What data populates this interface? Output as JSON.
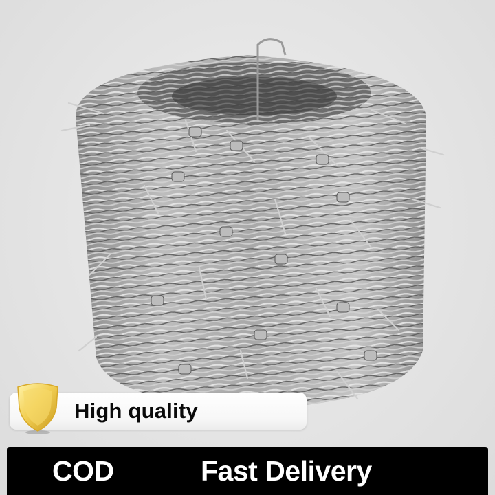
{
  "product_image": {
    "subject": "galvanized barbed wire coil",
    "background_color": "#e6e6e6"
  },
  "badges": {
    "quality": {
      "icon": "gold-shield-icon",
      "label": "High quality",
      "icon_color": "#f2c94c"
    },
    "bottom_bar": {
      "background": "#000000",
      "items": [
        {
          "label": "COD"
        },
        {
          "label": "Fast Delivery"
        }
      ]
    }
  }
}
